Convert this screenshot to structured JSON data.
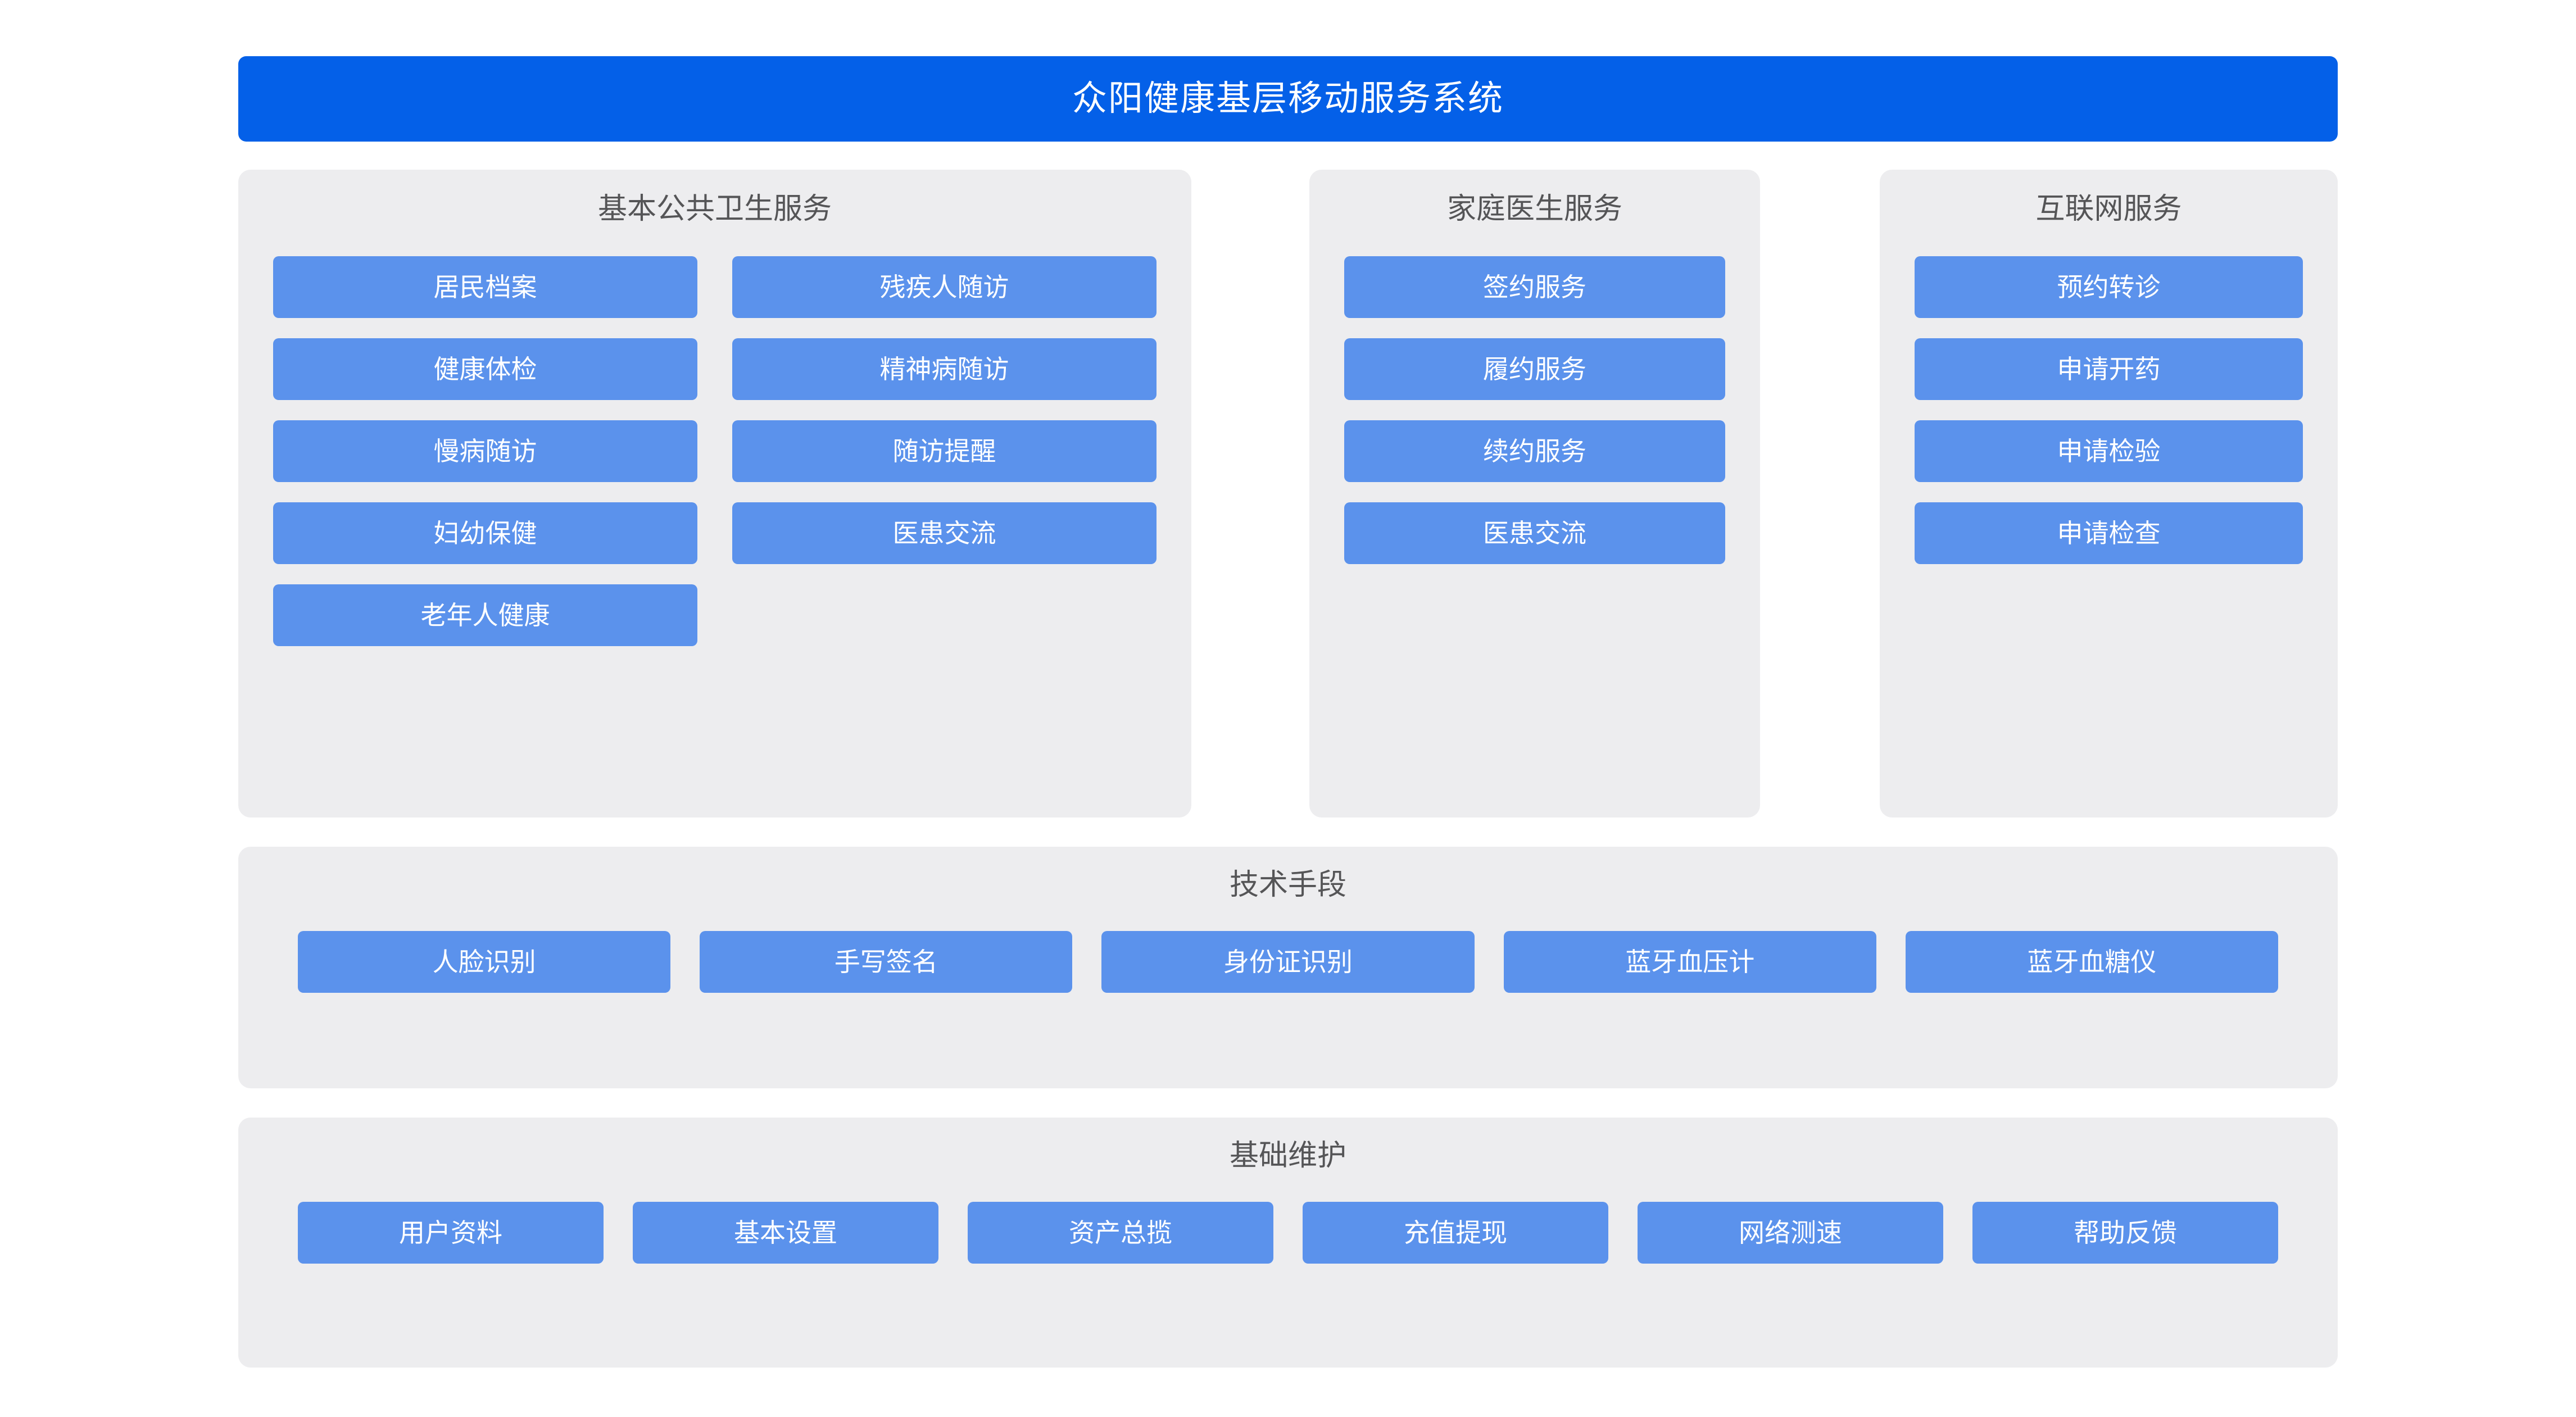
{
  "header": {
    "title": "众阳健康基层移动服务系统"
  },
  "colors": {
    "header_blue": "#0460E8",
    "tile_blue": "#5B92EC",
    "panel_gray": "#EDEDEF",
    "title_gray": "#555557",
    "page_background": "#FFFFFF",
    "tile_label": "#FFFFFF"
  },
  "panels": [
    {
      "id": "public-health",
      "title": "基本公共卫生服务",
      "columns": 2,
      "tiles": [
        "居民档案",
        "残疾人随访",
        "健康体检",
        "精神病随访",
        "慢病随访",
        "随访提醒",
        "妇幼保健",
        "医患交流",
        "老年人健康"
      ]
    },
    {
      "id": "family-doctor",
      "title": "家庭医生服务",
      "columns": 1,
      "tiles": [
        "签约服务",
        "履约服务",
        "续约服务",
        "医患交流"
      ]
    },
    {
      "id": "internet-service",
      "title": "互联网服务",
      "columns": 1,
      "tiles": [
        "预约转诊",
        "申请开药",
        "申请检验",
        "申请检查"
      ]
    }
  ],
  "sections": [
    {
      "id": "technology",
      "title": "技术手段",
      "tiles": [
        "人脸识别",
        "手写签名",
        "身份证识别",
        "蓝牙血压计",
        "蓝牙血糖仪"
      ]
    },
    {
      "id": "basic-maintenance",
      "title": "基础维护",
      "tiles": [
        "用户资料",
        "基本设置",
        "资产总揽",
        "充值提现",
        "网络测速",
        "帮助反馈"
      ]
    }
  ]
}
